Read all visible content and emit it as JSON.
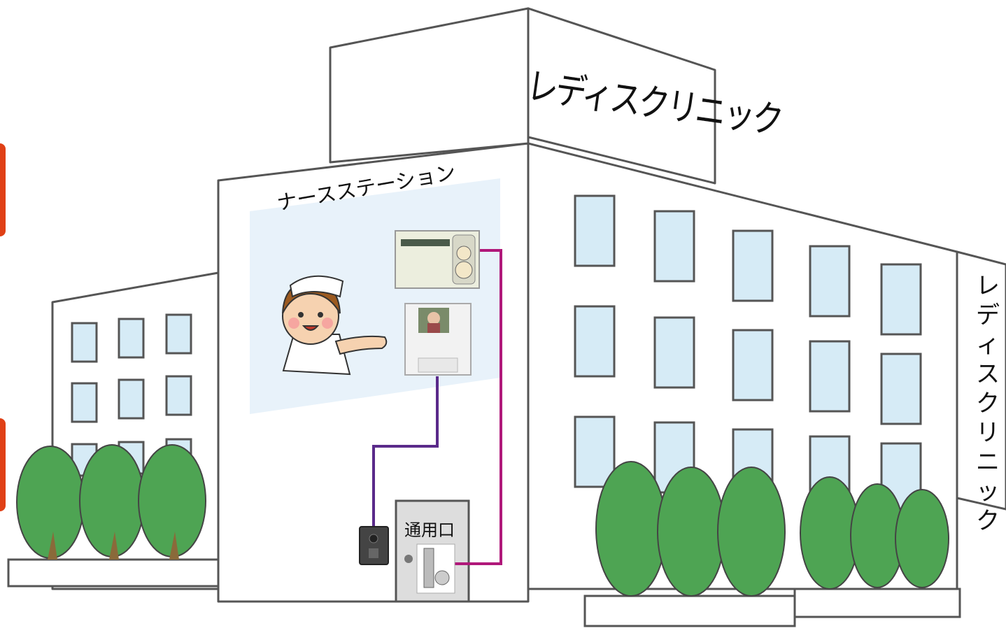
{
  "building": {
    "roof_sign": "レディスクリニック",
    "side_sign": "レディスクリニック"
  },
  "nurse_station": {
    "title": "ナースステーション"
  },
  "entrance": {
    "label": "通用口"
  },
  "colors": {
    "outline": "#555555",
    "window": "#d6ebf6",
    "tree": "#4ea453",
    "trunk": "#8a6a3a",
    "station_panel": "#e8f2fa",
    "wire_magenta": "#b0187a",
    "wire_purple": "#5a2a8a",
    "accent_tab": "#e04016"
  },
  "icons": [
    "nurse-illustration",
    "nurse-call-panel-icon",
    "video-intercom-monitor-icon",
    "door-camera-station-icon",
    "electric-lock-icon"
  ]
}
